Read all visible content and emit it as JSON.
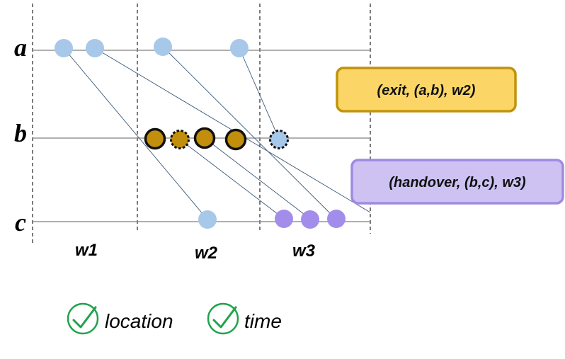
{
  "lanes": {
    "a": "a",
    "b": "b",
    "c": "c"
  },
  "windows": {
    "w1": "w1",
    "w2": "w2",
    "w3": "w3"
  },
  "exit_box": {
    "text": "(exit, (a,b), w2)",
    "fill": "#fbd666",
    "border": "#c1930a"
  },
  "handover_box": {
    "text": "(handover, (b,c), w3)",
    "fill": "#cdc2f2",
    "border": "#a08ae0"
  },
  "checks": {
    "location": "location",
    "time": "time",
    "check_color": "#1fa34a"
  },
  "colors": {
    "light_blue": "#a7c8e8",
    "gold": "#c18f0b",
    "purple": "#a38deb",
    "line": "#808080",
    "connector": "#3c5a78"
  }
}
